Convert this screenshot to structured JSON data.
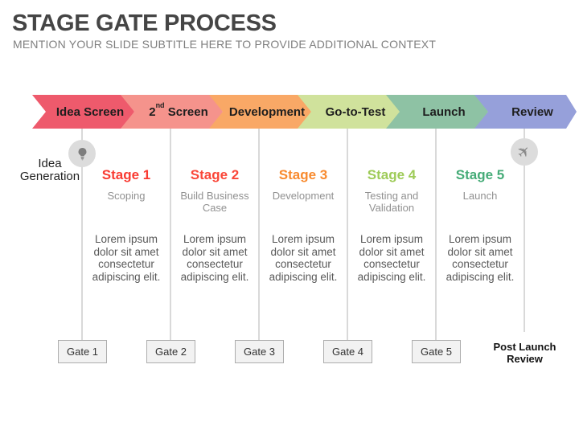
{
  "slide": {
    "title": "STAGE GATE PROCESS",
    "subtitle": "MENTION YOUR SLIDE SUBTITLE HERE TO PROVIDE ADDITIONAL CONTEXT"
  },
  "process_bar": {
    "chevrons": [
      {
        "pre": "Idea Screen",
        "sup": "",
        "post": "",
        "color": "#ee5a6c"
      },
      {
        "pre": "2",
        "sup": "nd",
        "post": " Screen",
        "color": "#f5938c"
      },
      {
        "pre": "Development",
        "sup": "",
        "post": "",
        "color": "#f9a866"
      },
      {
        "pre": "Go-to-Test",
        "sup": "",
        "post": "",
        "color": "#d0e29c"
      },
      {
        "pre": "Launch",
        "sup": "",
        "post": "",
        "color": "#8ec2a4"
      },
      {
        "pre": "Review",
        "sup": "",
        "post": "",
        "color": "#96a0da"
      }
    ]
  },
  "idea_generation": {
    "label": "Idea\nGeneration",
    "icon": "lightbulb-icon",
    "icon_color": "#7d7d7d",
    "circle_color": "#dcdcdc"
  },
  "post_launch": {
    "label": "Post Launch\nReview",
    "icon": "airplane-icon",
    "glyph": "✈"
  },
  "stages": [
    {
      "name": "Stage 1",
      "color": "#f93b32",
      "subtitle": "Scoping",
      "body": "Lorem ipsum\ndolor sit amet\nconsectetur\nadipiscing elit."
    },
    {
      "name": "Stage 2",
      "color": "#fa4638",
      "subtitle": "Build Business\nCase",
      "body": "Lorem ipsum\ndolor sit amet\nconsectetur\nadipiscing elit."
    },
    {
      "name": "Stage 3",
      "color": "#f88a2e",
      "subtitle": "Development",
      "body": "Lorem ipsum\ndolor sit amet\nconsectetur\nadipiscing elit."
    },
    {
      "name": "Stage 4",
      "color": "#9ecb58",
      "subtitle": "Testing and\nValidation",
      "body": "Lorem ipsum\ndolor sit amet\nconsectetur\nadipiscing elit."
    },
    {
      "name": "Stage 5",
      "color": "#45ab77",
      "subtitle": "Launch",
      "body": "Lorem ipsum\ndolor sit amet\nconsectetur\nadipiscing elit."
    }
  ],
  "gates": [
    {
      "label": "Gate 1"
    },
    {
      "label": "Gate 2"
    },
    {
      "label": "Gate 3"
    },
    {
      "label": "Gate 4"
    },
    {
      "label": "Gate 5"
    }
  ]
}
